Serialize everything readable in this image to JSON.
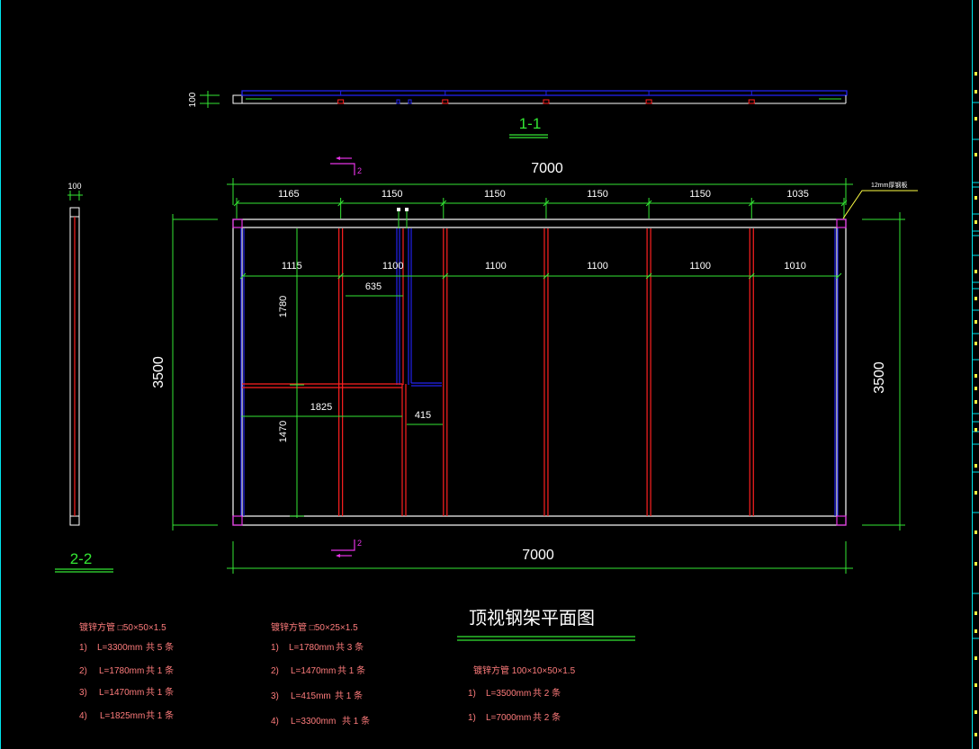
{
  "drawing": {
    "title": "顶视钢架平面图",
    "section_1_1_label": "1-1",
    "section_2_2_label": "2-2",
    "section_marker_num": "2",
    "corner_note": "12mm厚钢板",
    "colors": {
      "background": "#000000",
      "outline": "#ffffff",
      "dimension": "#33e633",
      "main_tube": "#ff2020",
      "secondary_tube": "#2222ee",
      "corner_plate": "#e633e6",
      "note_text": "#ff7c7c",
      "leader": "#ffff44",
      "frame": "#00e5ee"
    }
  },
  "dimensions": {
    "overall_width_top": "7000",
    "overall_width_bottom": "7000",
    "overall_height_left": "3500",
    "overall_height_right": "3500",
    "section_1_1_thickness": "100",
    "section_2_2_width": "100",
    "top_segments": [
      "1165",
      "1150",
      "1150",
      "1150",
      "1150",
      "1035"
    ],
    "inner_segments": [
      "1115",
      "1100",
      "1100",
      "1100",
      "1100",
      "1010"
    ],
    "vertical_upper": "1780",
    "vertical_lower": "1470",
    "horizontal_635": "635",
    "horizontal_1825": "1825",
    "horizontal_415": "415"
  },
  "material_lists": [
    {
      "spec": "镀锌方管 □50×50×1.5",
      "items": [
        {
          "no": "1)",
          "length": "L=3300mm",
          "qty": "共 5 条"
        },
        {
          "no": "2)",
          "length": "L=1780mm",
          "qty": "共 1 条"
        },
        {
          "no": "3)",
          "length": "L=1470mm",
          "qty": "共 1 条"
        },
        {
          "no": "4)",
          "length": "L=1825mm",
          "qty": "共 1 条"
        }
      ]
    },
    {
      "spec": "镀锌方管 □50×25×1.5",
      "items": [
        {
          "no": "1)",
          "length": "L=1780mm",
          "qty": "共 3 条"
        },
        {
          "no": "2)",
          "length": "L=1470mm",
          "qty": "共 1 条"
        },
        {
          "no": "3)",
          "length": "L=415mm",
          "qty": "共 1 条"
        },
        {
          "no": "4)",
          "length": "L=3300mm",
          "qty": "共 1 条"
        }
      ]
    },
    {
      "spec": "镀锌方管 100×10×50×1.5",
      "items": [
        {
          "no": "1)",
          "length": "L=3500mm",
          "qty": "共 2 条"
        },
        {
          "no": "1)",
          "length": "L=7000mm",
          "qty": "共 2 条"
        }
      ]
    }
  ],
  "icons": {
    "section_arrow": "section-cut-arrow",
    "dimension_tick": "dimension-tick-mark"
  }
}
